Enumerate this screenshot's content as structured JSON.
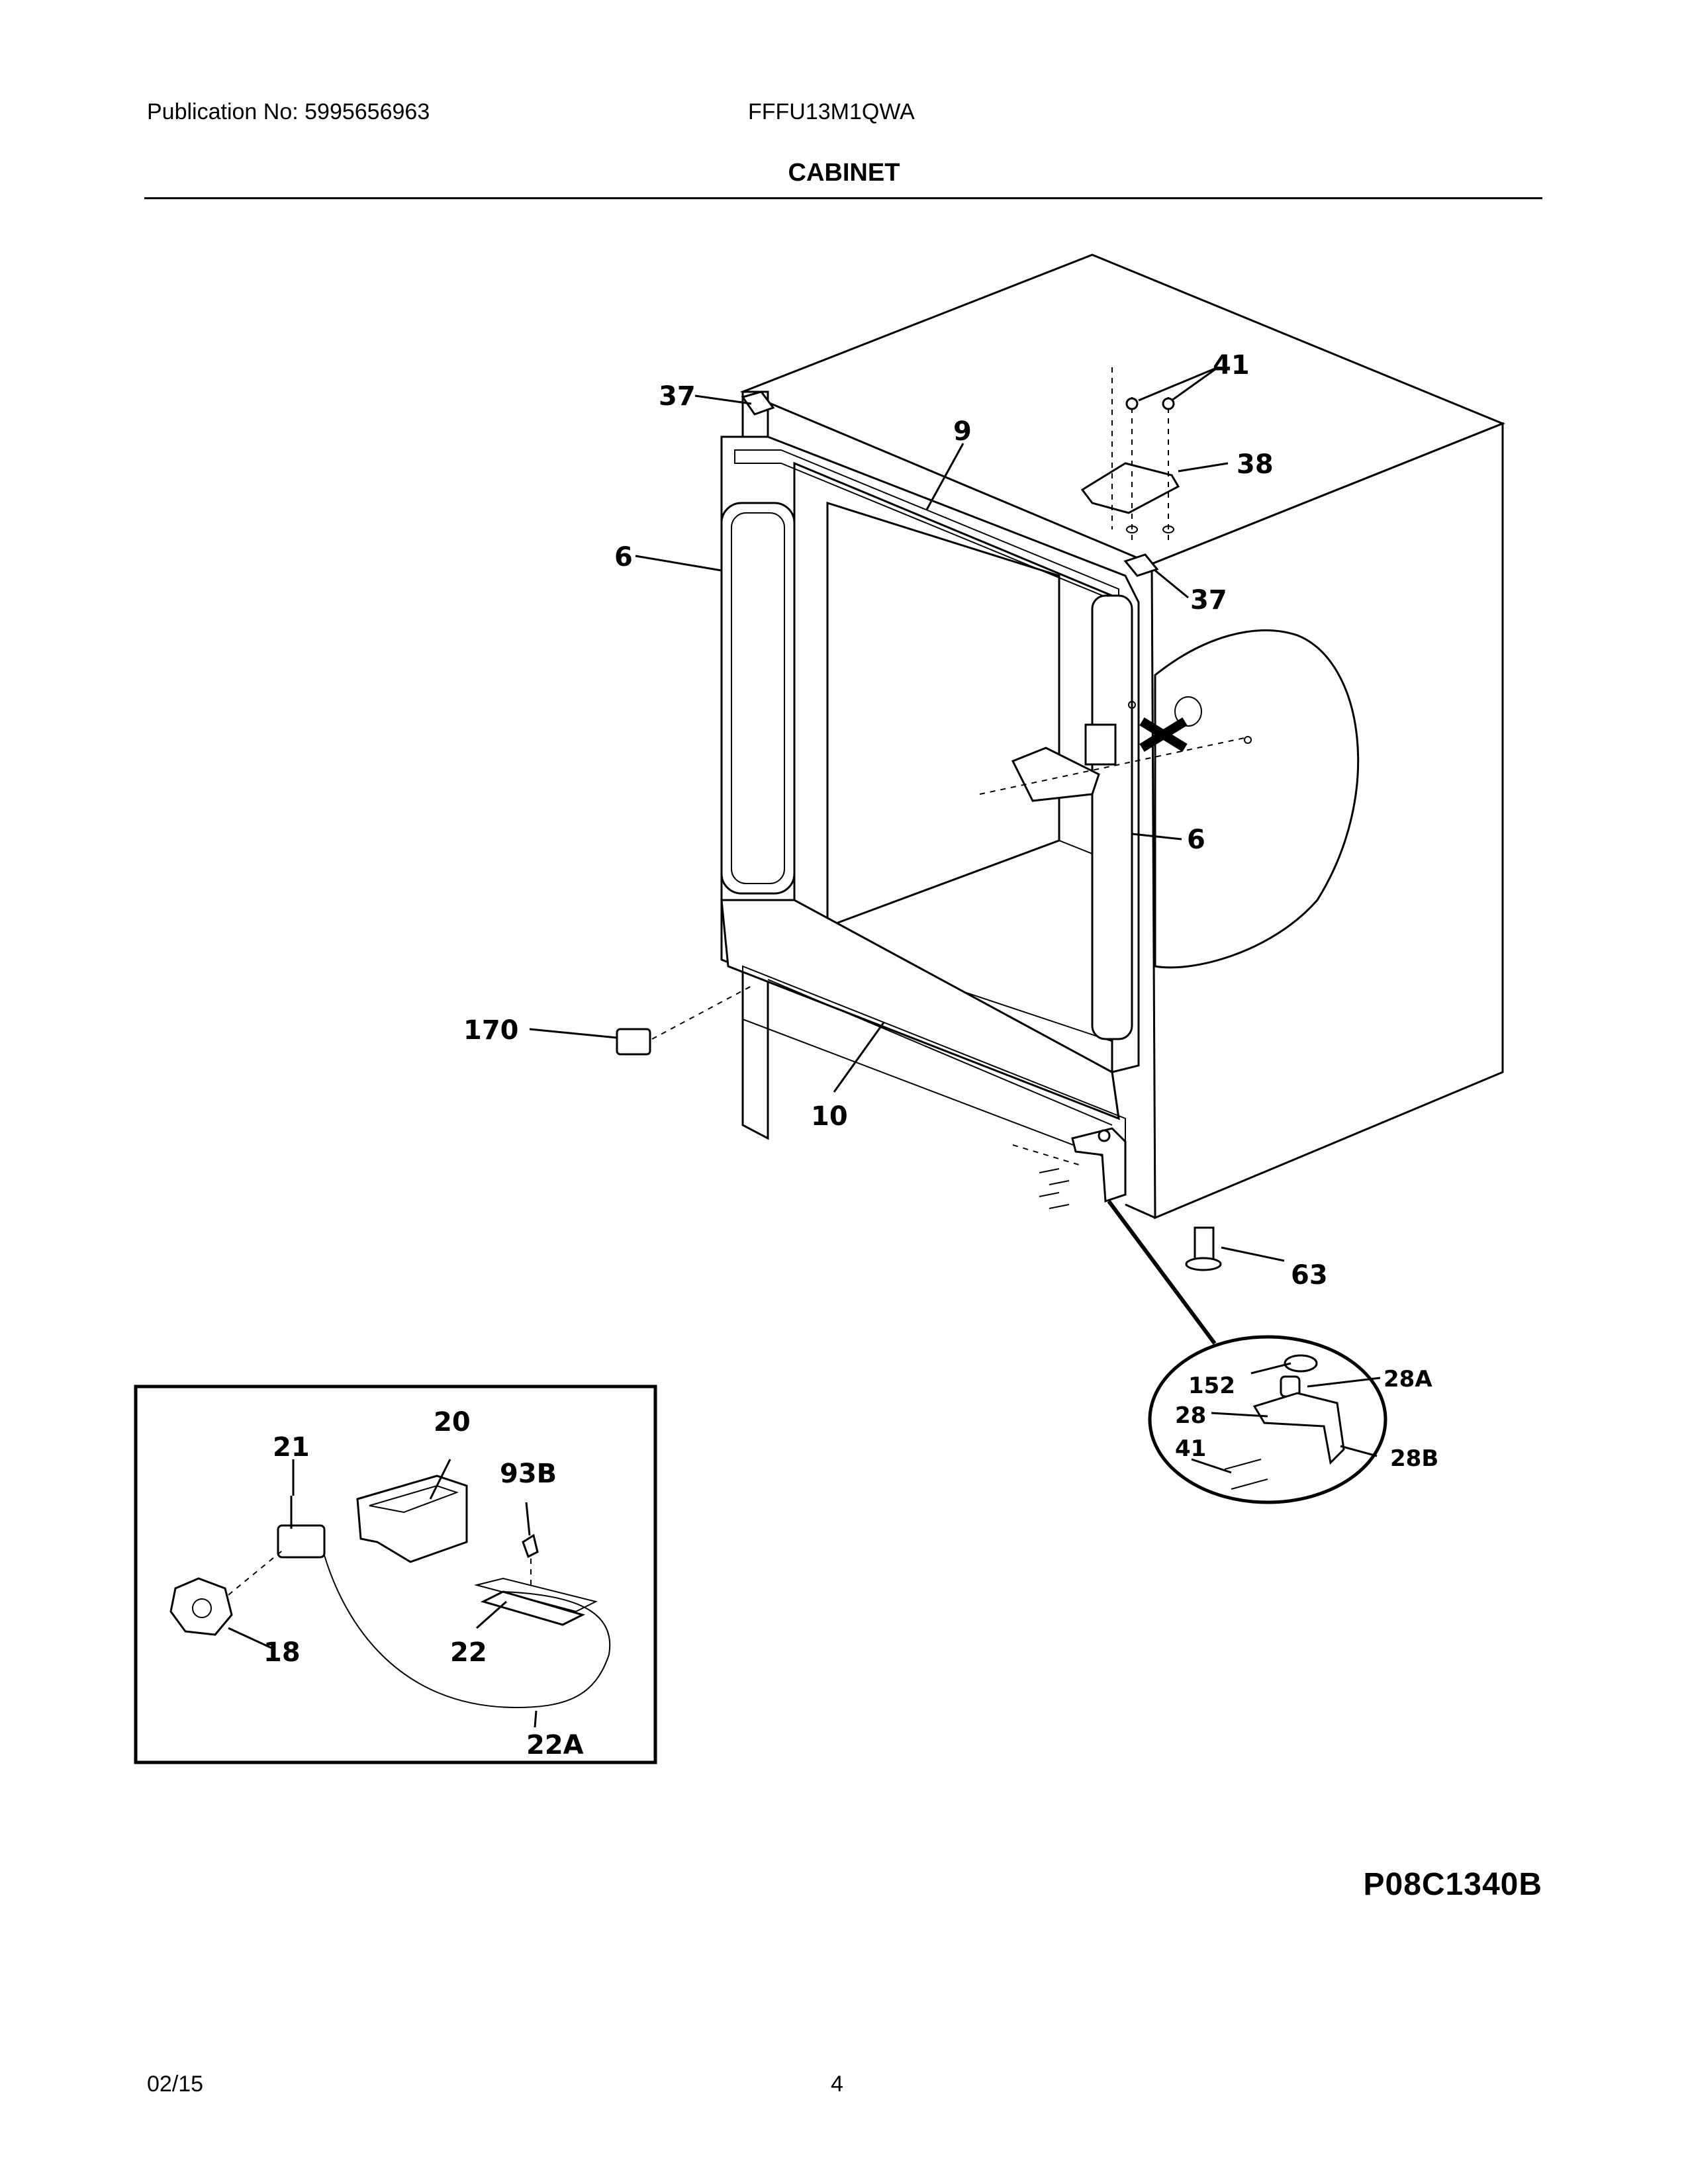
{
  "header": {
    "publication": "Publication No: 5995656963",
    "model": "FFFU13M1QWA",
    "section_title": "CABINET"
  },
  "footer": {
    "date": "02/15",
    "page_number": "4"
  },
  "diagram_code": "P08C1340B",
  "part_callouts": {
    "c37_top": "37",
    "c9": "9",
    "c41_top": "41",
    "c38": "38",
    "c6_left": "6",
    "c37_right": "37",
    "c6_right": "6",
    "c170": "170",
    "c10": "10",
    "c63": "63",
    "c152": "152",
    "c28A": "28A",
    "c28": "28",
    "c41_detail": "41",
    "c28B": "28B",
    "c20": "20",
    "c21": "21",
    "c93B": "93B",
    "c18": "18",
    "c22": "22",
    "c22A": "22A"
  }
}
